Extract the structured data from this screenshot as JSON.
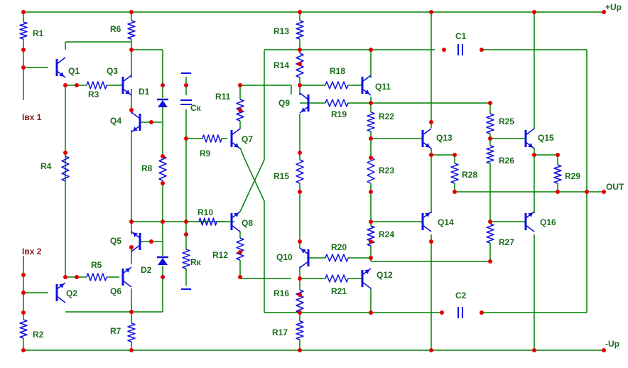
{
  "colors": {
    "wire": "#008000",
    "part": "#1010e0",
    "node": "#e00000",
    "label": "#1a6e1a",
    "io_label": "#8b1a1a",
    "background": "#ffffff"
  },
  "rails": {
    "pos": "+Up",
    "neg": "-Up",
    "out": "OUT"
  },
  "inputs": {
    "in1": "Iвх 1",
    "in2": "Iвх 2"
  },
  "labels": {
    "R1": "R1",
    "R2": "R2",
    "R3": "R3",
    "R4": "R4",
    "R5": "R5",
    "R6": "R6",
    "R7": "R7",
    "R8": "R8",
    "R9": "R9",
    "R10": "R10",
    "R11": "R11",
    "R12": "R12",
    "R13": "R13",
    "R14": "R14",
    "R15": "R15",
    "R16": "R16",
    "R17": "R17",
    "R18": "R18",
    "R19": "R19",
    "R20": "R20",
    "R21": "R21",
    "R22": "R22",
    "R23": "R23",
    "R24": "R24",
    "R25": "R25",
    "R26": "R26",
    "R27": "R27",
    "R28": "R28",
    "R29": "R29",
    "Rk": "Rк",
    "Ck": "Cк",
    "C1": "C1",
    "C2": "C2",
    "D1": "D1",
    "D2": "D2",
    "Q1": "Q1",
    "Q2": "Q2",
    "Q3": "Q3",
    "Q4": "Q4",
    "Q5": "Q5",
    "Q6": "Q6",
    "Q7": "Q7",
    "Q8": "Q8",
    "Q9": "Q9",
    "Q10": "Q10",
    "Q11": "Q11",
    "Q12": "Q12",
    "Q13": "Q13",
    "Q14": "Q14",
    "Q15": "Q15",
    "Q16": "Q16"
  }
}
